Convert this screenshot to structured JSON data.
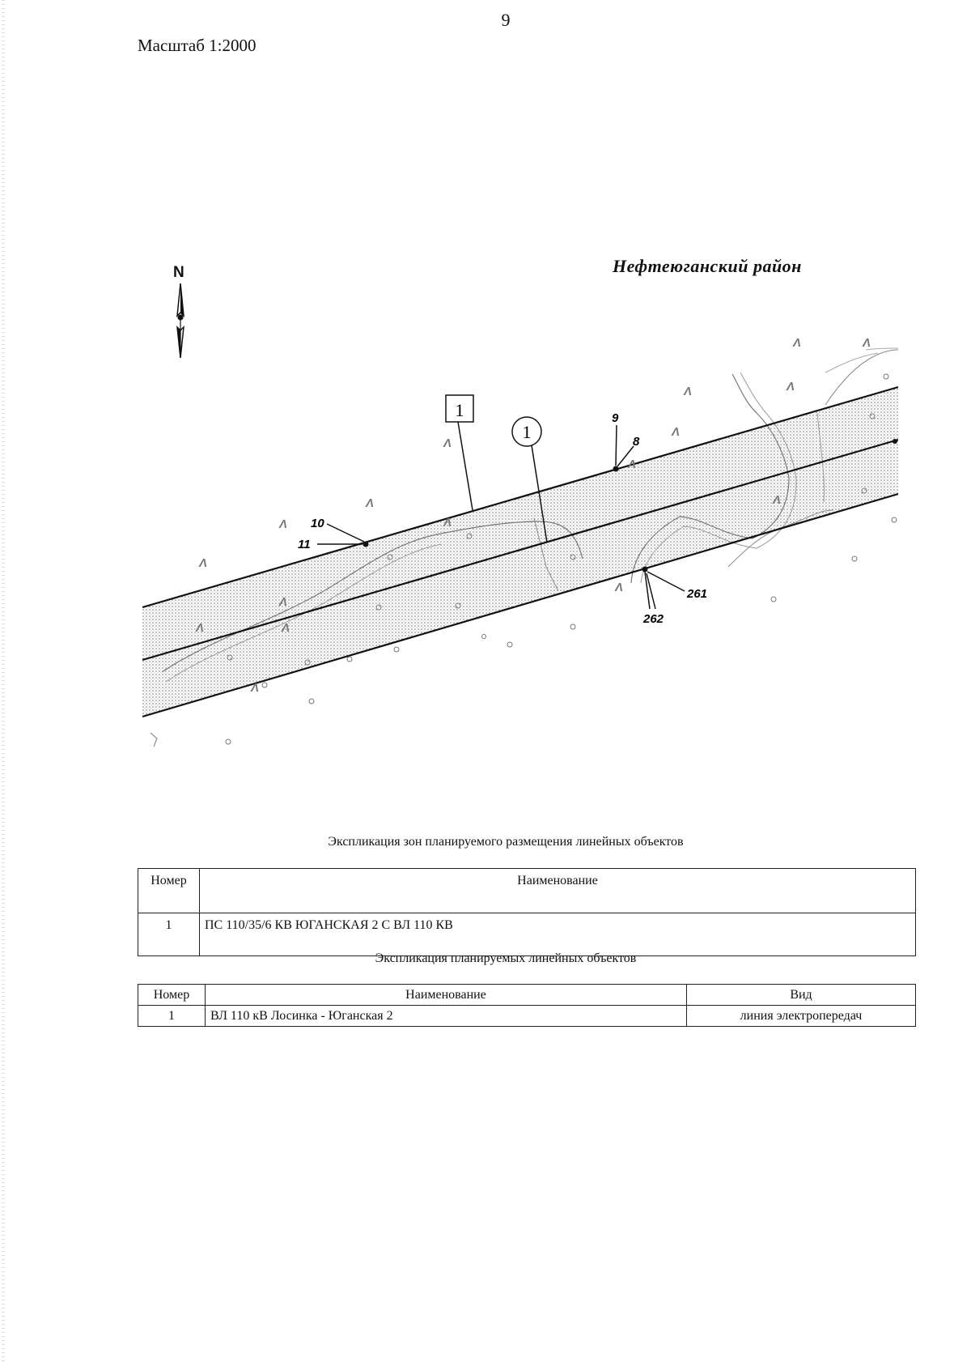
{
  "page": {
    "number": "9",
    "scale_label": "Масштаб 1:2000",
    "district": "Нефтеюганский район"
  },
  "map": {
    "north_label": "N",
    "zone_label": "1",
    "line_label": "1",
    "points": [
      "9",
      "8",
      "10",
      "11",
      "261",
      "262"
    ]
  },
  "zones_table": {
    "title": "Экспликация зон планируемого размещения линейных объектов",
    "headers": {
      "number": "Номер",
      "name": "Наименование"
    },
    "rows": [
      {
        "number": "1",
        "name": "ПС 110/35/6 КВ ЮГАНСКАЯ 2 С ВЛ 110 КВ"
      }
    ]
  },
  "objects_table": {
    "title": "Экспликация планируемых линейных объектов",
    "headers": {
      "number": "Номер",
      "name": "Наименование",
      "type": "Вид"
    },
    "rows": [
      {
        "number": "1",
        "name": "ВЛ 110 кВ Лосинка - Юганская 2",
        "type": "линия электропередач"
      }
    ]
  }
}
